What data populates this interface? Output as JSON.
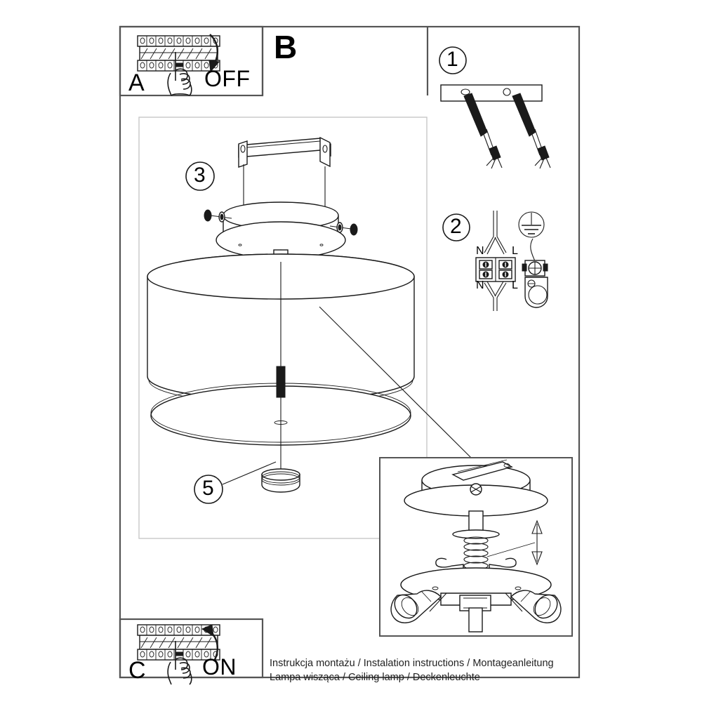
{
  "document": {
    "title": "Instalation instructions",
    "sheet_background": "#ffffff",
    "line_color": "#1a1a1a",
    "panel_border_color": "#555555",
    "inner_panel_border_color": "#cccccc"
  },
  "panels": {
    "outer_frame": {
      "name": "instruction-sheet-frame"
    },
    "panel_a": {
      "letter": "A",
      "action_label": "OFF",
      "icon": "circuit-breaker-panel-icon",
      "hand_icon": "hand-pressing-icon",
      "arrow_icon": "curved-arrow-down-icon"
    },
    "panel_b": {
      "letter": "B"
    },
    "panel_c": {
      "letter": "C",
      "action_label": "ON",
      "icon": "circuit-breaker-panel-icon",
      "hand_icon": "hand-pressing-icon",
      "arrow_icon": "curved-arrow-up-icon"
    }
  },
  "steps": [
    {
      "number": "1",
      "name": "ceiling-bar-with-wires",
      "description": "Ceiling mounting bar with two stripped supply wires"
    },
    {
      "number": "2",
      "name": "terminal-block-wiring",
      "description": "Connect N and L to the terminal block; connect earth to the bracket screw",
      "terminal_labels_top": [
        "N",
        "L"
      ],
      "terminal_labels_bottom": [
        "N",
        "L"
      ],
      "earth_symbol": "earth-ground-icon"
    },
    {
      "number": "3",
      "name": "mounting-bracket-canopy",
      "description": "Fix the canopy to the mounting bracket with the side screws"
    },
    {
      "number": "5",
      "name": "bottom-finial-cap",
      "description": "Fit the lower decorative cap / finial"
    }
  ],
  "detail_inset": {
    "name": "canopy-spring-socket-detail",
    "description": "Exploded detail: canopy, spring rod, diffuser plate and two lamp sockets",
    "arrow_icon": "up-down-arrow-icon"
  },
  "footer": {
    "line1": "Instrukcja montażu / Instalation instructions / Montageanleitung",
    "line2": "Lampa wisząca / Ceiling lamp / Deckenleuchte"
  }
}
